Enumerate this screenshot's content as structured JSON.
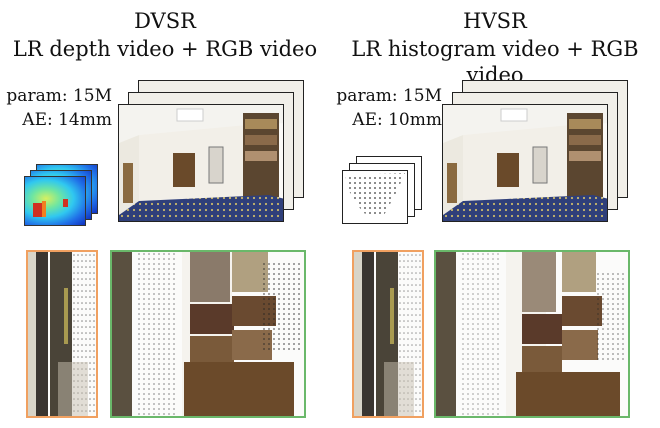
{
  "panels": [
    {
      "title_line1": "DVSR",
      "title_line2": "LR depth video + RGB video",
      "param": "param: 15M",
      "ae": "AE: 14mm",
      "input_type": "depth"
    },
    {
      "title_line1": "HVSR",
      "title_line2": "LR histogram video + RGB video",
      "param": "param: 15M",
      "ae": "AE: 10mm",
      "input_type": "histogram"
    }
  ],
  "colors": {
    "crop_left_border": "#f0a060",
    "crop_right_border": "#6ab86a",
    "floor_carpet": "#2f3f7a",
    "shelf_wood": "#6b4a2a"
  }
}
